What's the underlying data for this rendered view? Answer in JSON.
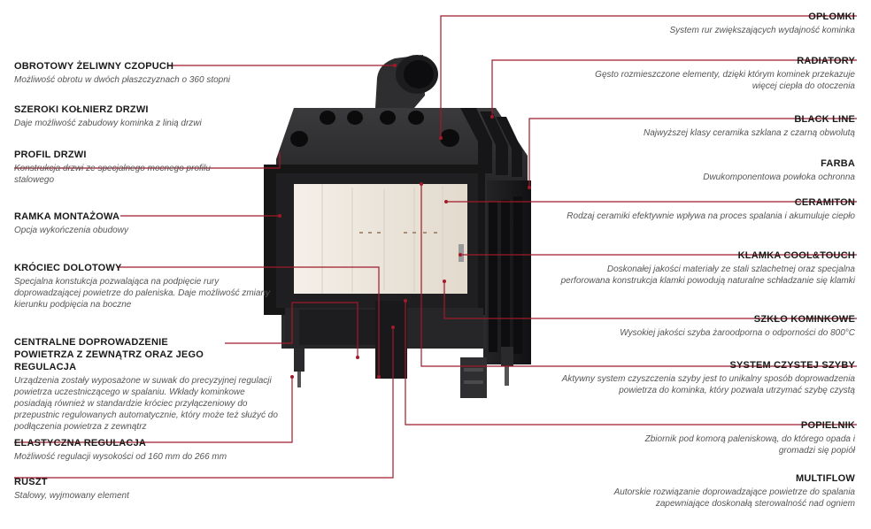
{
  "diagram": {
    "left_labels": [
      {
        "title": "OBROTOWY ŻELIWNY CZOPUCH",
        "desc": "Możliwość obrotu w dwóch płaszczyznach o 360 stopni"
      },
      {
        "title": "SZEROKI KOŁNIERZ DRZWI",
        "desc": "Daje możliwość zabudowy kominka z linią drzwi"
      },
      {
        "title": "PROFIL DRZWI",
        "desc": "Konstrukcja drzwi ze specjalnego mocnego profilu stalowego"
      },
      {
        "title": "RAMKA MONTAŻOWA",
        "desc": "Opcja wykończenia obudowy"
      },
      {
        "title": "KRÓCIEC DOLOTOWY",
        "desc": "Specjalna konstukcja pozwalająca na podpięcie rury doprowadzającej powietrze do paleniska. Daje możliwość zmiany kierunku podpięcia na boczne"
      },
      {
        "title": "CENTRALNE DOPROWADZENIE POWIETRZA Z ZEWNĄTRZ ORAZ JEGO REGULACJA",
        "desc": "Urządzenia zostały wyposażone w suwak do precyzyjnej regulacji powietrza uczestniczącego w spalaniu. Wkłady kominkowe posiadają również w standardzie króciec przyłączeniowy do przepustnic regulowanych automatycznie, który może też służyć do podłączenia powietrza z zewnątrz"
      },
      {
        "title": "ELASTYCZNA REGULACJA",
        "desc": "Możliwość regulacji wysokości od 160 mm do 266 mm"
      },
      {
        "title": "RUSZT",
        "desc": "Stalowy, wyjmowany element"
      }
    ],
    "right_labels": [
      {
        "title": "OPŁOMKI",
        "desc": "System rur zwiększających wydajność kominka"
      },
      {
        "title": "RADIATORY",
        "desc": "Gęsto rozmieszczone elementy, dzięki którym kominek przekazuje więcej ciepła do otoczenia"
      },
      {
        "title": "BLACK LINE",
        "desc": "Najwyższej klasy ceramika szklana z czarną obwolutą"
      },
      {
        "title": "FARBA",
        "desc": "Dwukomponentowa powłoka ochronna"
      },
      {
        "title": "CERAMITON",
        "desc": "Rodzaj ceramiki efektywnie wpływa na proces spalania i akumuluje ciepło"
      },
      {
        "title": "KLAMKA COOL&TOUCH",
        "desc": "Doskonałej jakości materiały ze stali szlachetnej oraz specjalna perforowana konstrukcja klamki powodują naturalne schładzanie się klamki"
      },
      {
        "title": "SZKŁO KOMINKOWE",
        "desc": "Wysokiej jakości szyba żaroodporna o odporności do 800°C"
      },
      {
        "title": "SYSTEM CZYSTEJ SZYBY",
        "desc": "Aktywny system czyszczenia szyby jest to unikalny sposób doprowadzenia powietrza do kominka, który pozwala utrzymać szybę czystą"
      },
      {
        "title": "POPIELNIK",
        "desc": "Zbiornik pod komorą paleniskową, do którego opada i gromadzi się popiół"
      },
      {
        "title": "MULTIFLOW",
        "desc": "Autorskie rozwiązanie doprowadzające powietrze do spalania zapewniające doskonałą sterowalność nad ogniem"
      }
    ],
    "colors": {
      "leader_line": "#a01a2a",
      "body": "#2b2b2d",
      "body_dark": "#1c1c1e",
      "firebox": "#efe9e1"
    }
  }
}
